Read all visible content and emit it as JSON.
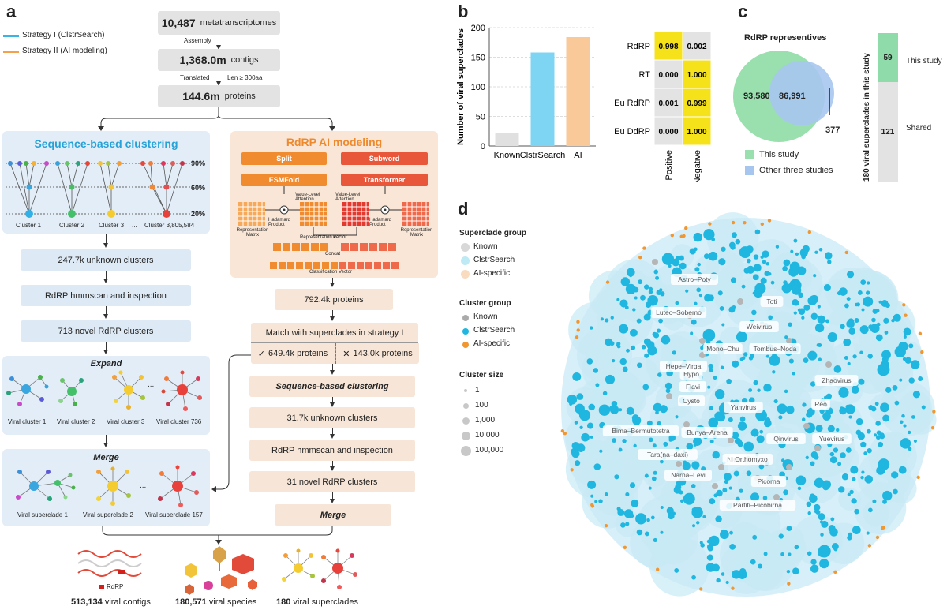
{
  "panels": {
    "a": "a",
    "b": "b",
    "c": "c",
    "d": "d"
  },
  "panel_a": {
    "legend": {
      "strategy1": "Strategy I (ClstrSearch)",
      "strategy2": "Strategy II (AI modeling)",
      "strategy1_color": "#3ab3e5",
      "strategy2_color": "#f5a04a"
    },
    "pipeline": {
      "metatranscriptomes_num": "10,487",
      "metatranscriptomes_label": "metatranscriptomes",
      "assembly": "Assembly",
      "contigs_num": "1,368.0m",
      "contigs_label": "contigs",
      "translated": "Translated",
      "len_filter": "Len ≥ 300aa",
      "proteins_num": "144.6m",
      "proteins_label": "proteins"
    },
    "seq_clustering": {
      "title": "Sequence-based clustering",
      "levels": [
        "90%",
        "60%",
        "20%"
      ],
      "clusters": [
        "Cluster 1",
        "Cluster 2",
        "Cluster 3",
        "...",
        "Cluster 3,805,584"
      ],
      "unknown": "247.7k unknown clusters",
      "hmmscan": "RdRP hmmscan and inspection",
      "novel": "713 novel RdRP clusters"
    },
    "expand": {
      "title": "Expand",
      "items": [
        "Viral cluster 1",
        "Viral cluster 2",
        "Viral cluster 3",
        "Viral cluster 736"
      ],
      "ellipsis": "..."
    },
    "merge": {
      "title": "Merge",
      "items": [
        "Viral superclade 1",
        "Viral superclade 2",
        "Viral superclade 157"
      ],
      "ellipsis": "..."
    },
    "ai": {
      "title": "RdRP AI modeling",
      "split": "Split",
      "subword": "Subword",
      "esmfold": "ESMFold",
      "transformer": "Transformer",
      "value_attn": "Value-Level Attention",
      "hadamard": "Hadamard Product",
      "rep_matrix": "Representation Matrix",
      "rep_vector": "Representation Vector",
      "concat": "Concat",
      "class_vector": "Classification Vector",
      "proteins": "792.4k proteins",
      "match": "Match with superclades in strategy I",
      "matched": "649.4k proteins",
      "unmatched": "143.0k proteins",
      "seq_clustering": "Sequence-based clustering",
      "unknown": "31.7k unknown clusters",
      "hmmscan": "RdRP hmmscan and inspection",
      "novel": "31 novel RdRP clusters",
      "merge": "Merge"
    },
    "results": {
      "rdrp_label": "RdRP",
      "contigs": "513,134",
      "contigs_label": "viral contigs",
      "species": "180,571",
      "species_label": "viral species",
      "superclades": "180",
      "superclades_label": "viral superclades"
    }
  },
  "chart_data": [
    {
      "type": "bar",
      "ylabel": "Number of viral superclades",
      "categories": [
        "Known",
        "ClstrSearch",
        "AI"
      ],
      "values": [
        22,
        158,
        184
      ],
      "colors": [
        "#e0e0e0",
        "#7dd5f3",
        "#f9c999"
      ],
      "ylim": [
        0,
        200
      ],
      "yticks": [
        "0",
        "50",
        "100",
        "150",
        "200"
      ],
      "grid": true
    },
    {
      "type": "heatmap",
      "rows": [
        "RdRP",
        "RT",
        "Eu RdRP",
        "Eu DdRP"
      ],
      "columns": [
        "Positive",
        "Negative"
      ],
      "values": [
        [
          "0.998",
          "0.002"
        ],
        [
          "0.000",
          "1.000"
        ],
        [
          "0.001",
          "0.999"
        ],
        [
          "0.000",
          "1.000"
        ]
      ],
      "high_color": "#f5e21b",
      "low_color": "#e3e3e3"
    }
  ],
  "panel_c": {
    "title": "RdRP representives",
    "venn": {
      "this_only": "93,580",
      "overlap": "86,991",
      "other_only": "377"
    },
    "legend": [
      "This study",
      "Other three studies"
    ],
    "colors": {
      "this": "#9adfae",
      "other": "#a7c6ef"
    },
    "stack_ylabel": "180 viral superclades in this study",
    "stack": [
      {
        "value": "59",
        "label": "This study",
        "color": "#8fdcaa"
      },
      {
        "value": "121",
        "label": "Shared",
        "color": "#e3e3e3"
      }
    ]
  },
  "panel_d": {
    "superclade_group": {
      "title": "Superclade group",
      "items": [
        "Known",
        "ClstrSearch",
        "AI-specific"
      ],
      "colors": [
        "#d8d8d8",
        "#bdeaf5",
        "#f9dcc0"
      ]
    },
    "cluster_group": {
      "title": "Cluster group",
      "items": [
        "Known",
        "ClstrSearch",
        "AI-specific"
      ],
      "colors": [
        "#aaaaaa",
        "#1fb6e0",
        "#f2962f"
      ]
    },
    "cluster_size": {
      "title": "Cluster size",
      "items": [
        "1",
        "100",
        "1,000",
        "10,000",
        "100,000"
      ]
    },
    "labels": [
      "Astro–Poty",
      "Luteo–Sobemo",
      "Toti",
      "Weivirus",
      "Mono–Chu",
      "Tombus–Noda",
      "Hepe–Virga",
      "Hypo",
      "Flavi",
      "Zhaovirus",
      "Cysto",
      "Yanvirus",
      "Reo",
      "Bima–Bermutotetra",
      "Bunya–Arena",
      "Qinvirus",
      "Yuevirus",
      "Tara(na–daxi)",
      "Nido",
      "Orthomyxo",
      "Narna–Levi",
      "Picorna",
      "Partiti–Picobirna"
    ]
  }
}
